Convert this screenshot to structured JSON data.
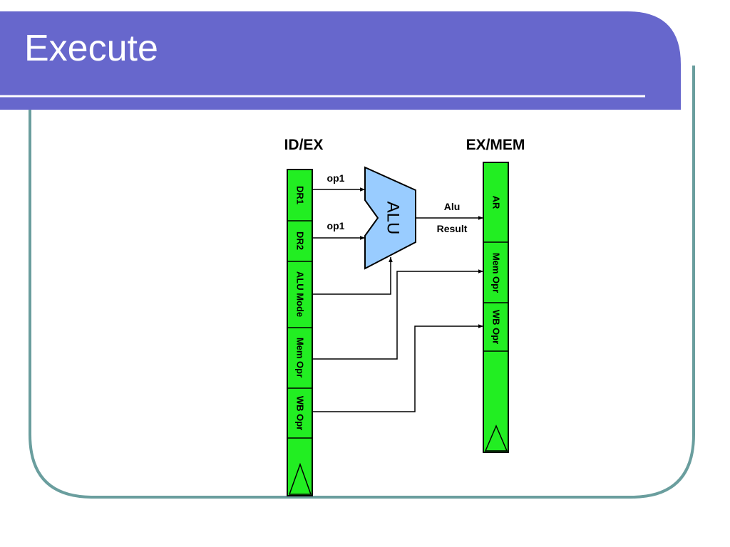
{
  "slide": {
    "title": "Execute",
    "colors": {
      "header": "#6767cc",
      "frame": "#6a9e9e",
      "register": "#22ee22",
      "alu": "#99ccff"
    }
  },
  "diagram": {
    "id_ex": {
      "label": "ID/EX",
      "fields": [
        "DR1",
        "DR2",
        "ALU Mode",
        "Mem Opr",
        "WB Opr"
      ]
    },
    "ex_mem": {
      "label": "EX/MEM",
      "fields": [
        "AR",
        "Mem Opr",
        "WB Opr"
      ]
    },
    "alu": {
      "label": "ALU"
    },
    "wires": {
      "op1_top": "op1",
      "op1_bottom": "op1",
      "alu_result_line1": "Alu",
      "alu_result_line2": "Result"
    }
  }
}
